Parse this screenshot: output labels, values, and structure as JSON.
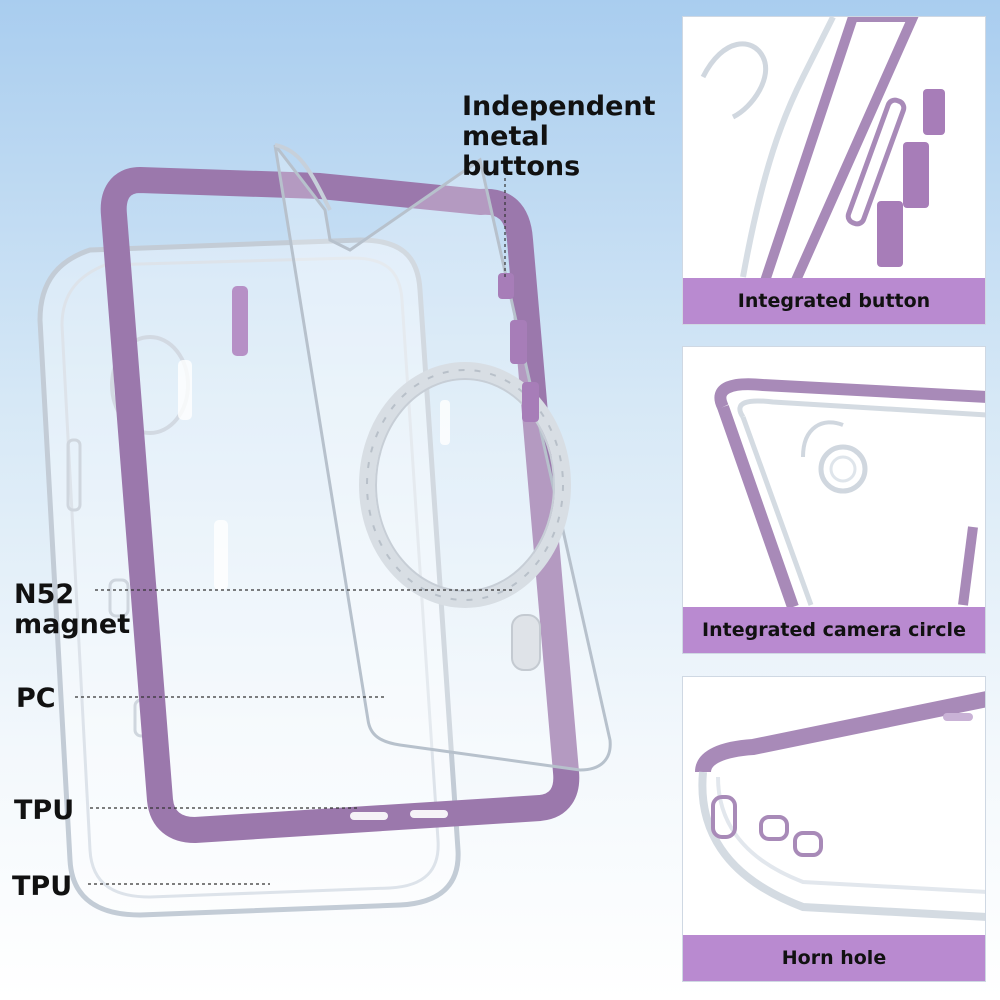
{
  "callouts": {
    "buttons_line1": "Independent",
    "buttons_line2": "metal",
    "buttons_line3": "buttons",
    "magnet_line1": "N52",
    "magnet_line2": "magnet",
    "pc": "PC",
    "tpu_1": "TPU",
    "tpu_2": "TPU"
  },
  "panels": {
    "p1_caption": "Integrated button",
    "p2_caption": "Integrated camera circle",
    "p3_caption": "Horn hole"
  },
  "colors": {
    "accent_purple": "#b98ad0",
    "frame_purple": "#9b78ac",
    "clear_edge": "#c9d2dc"
  }
}
